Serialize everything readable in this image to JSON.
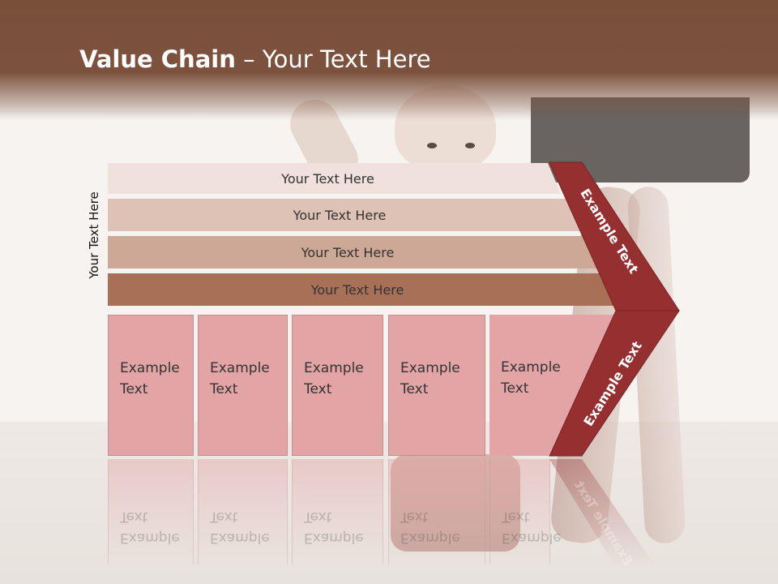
{
  "slide": {
    "title_bold": "Value Chain",
    "title_rest": " – Your Text Here",
    "side_label": "Your Text Here",
    "bars": [
      {
        "label": "Your Text Here",
        "color": "#f0e1dc"
      },
      {
        "label": "Your Text Here",
        "color": "#dfc2b6"
      },
      {
        "label": "Your Text Here",
        "color": "#cea896"
      },
      {
        "label": "Your Text Here",
        "color": "#a87157"
      }
    ],
    "cells": [
      {
        "line1": "Example",
        "line2": "Text"
      },
      {
        "line1": "Example",
        "line2": "Text"
      },
      {
        "line1": "Example",
        "line2": "Text"
      },
      {
        "line1": "Example",
        "line2": "Text"
      },
      {
        "line1": "Example",
        "line2": "Text"
      }
    ],
    "chevron_upper": "Example Text",
    "chevron_lower": "Example Text",
    "chevron_color": "#962f2f"
  }
}
